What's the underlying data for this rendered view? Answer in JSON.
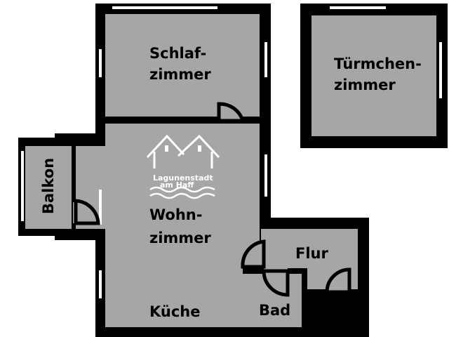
{
  "colors": {
    "wall": "#000000",
    "floor": "#a6a6a6",
    "background": "#ffffff",
    "logo": "#ffffff"
  },
  "rooms": {
    "schlafzimmer": {
      "line1": "Schlaf-",
      "line2": "zimmer"
    },
    "tuermchenzimmer": {
      "line1": "Türmchen-",
      "line2": "zimmer"
    },
    "wohnzimmer": {
      "line1": "Wohn-",
      "line2": "zimmer"
    },
    "kueche": {
      "label": "Küche"
    },
    "balkon": {
      "label": "Balkon"
    },
    "flur": {
      "label": "Flur"
    },
    "bad": {
      "label": "Bad"
    }
  },
  "logo": {
    "line1": "Lagunenstadt",
    "line2": "am Haff",
    "icon": "two-houses-waves-icon"
  }
}
